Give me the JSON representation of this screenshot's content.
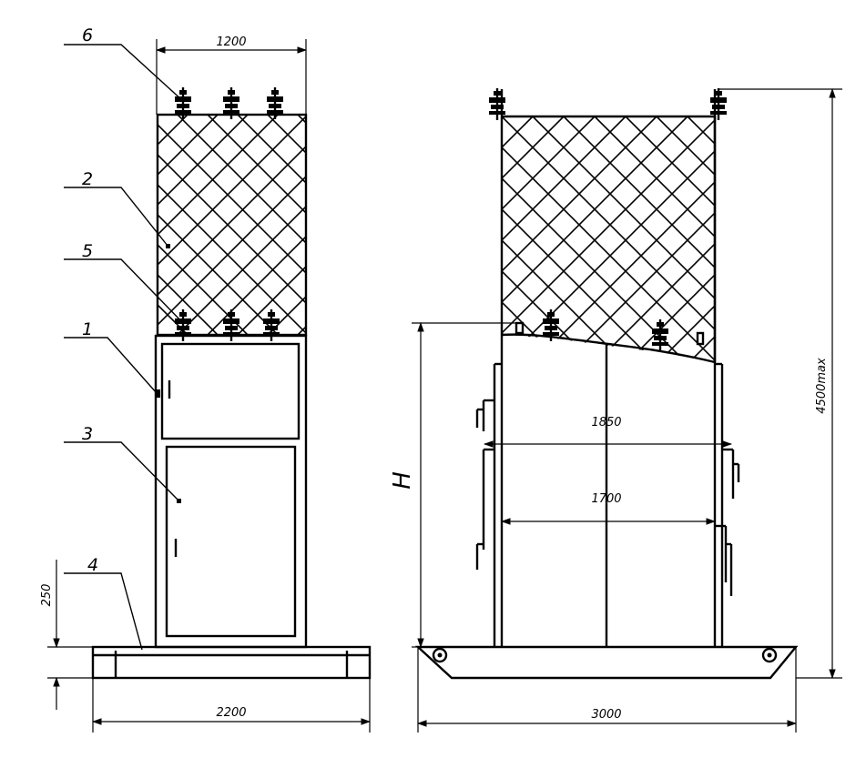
{
  "front_view": {
    "callouts": [
      "6",
      "2",
      "5",
      "1",
      "3",
      "4"
    ],
    "dim_width_top": "1200",
    "dim_base_width": "2200",
    "dim_base_height": "250"
  },
  "side_view": {
    "dim_inner_upper": "1850",
    "dim_inner_lower": "1700",
    "dim_base_width": "3000",
    "dim_total_height": "4500max",
    "label_height": "H"
  }
}
